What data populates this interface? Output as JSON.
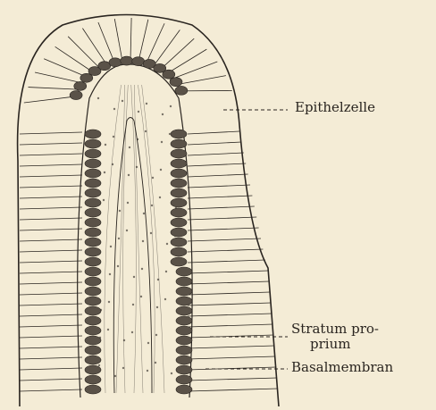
{
  "labels": {
    "epithelzelle": "Epithelzelle",
    "stratum_line1": "Stratum pro-",
    "stratum_line2": "prium",
    "basalmembran": "Basalmembran"
  },
  "colors": {
    "paper": "#f4ecd6",
    "ink": "#2a2520",
    "nucleus": "#5a5248"
  }
}
